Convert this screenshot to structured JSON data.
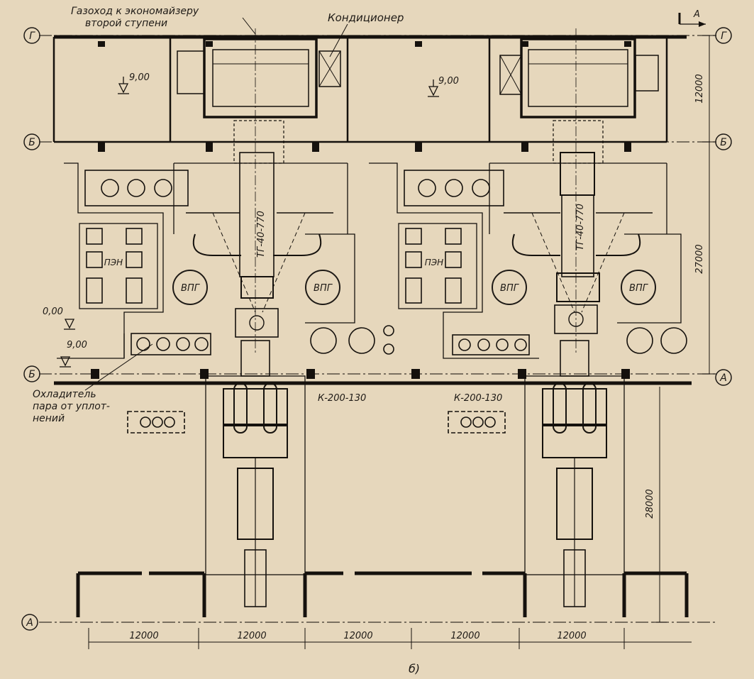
{
  "labels": {
    "flue": "Газоход к экономайзеру",
    "flue2": "второй ступени",
    "conditioner": "Кондиционер",
    "cooler1": "Охладитель",
    "cooler2": "пара от уплот-",
    "cooler3": "нений",
    "figure": "б)"
  },
  "elev": {
    "e900": "9,00",
    "e000": "0,00"
  },
  "axes": {
    "G": "Г",
    "B": "Б",
    "A": "А"
  },
  "equipment": {
    "boiler1": "ТГ-40-770",
    "boiler2": "ТГ-40-770",
    "fan": "ВПГ",
    "pump": "ПЭН",
    "turbine": "К-200-130"
  },
  "dims": {
    "span": "12000",
    "row1": "12000",
    "row2": "27000",
    "row3": "28000"
  },
  "section_mark": "А"
}
